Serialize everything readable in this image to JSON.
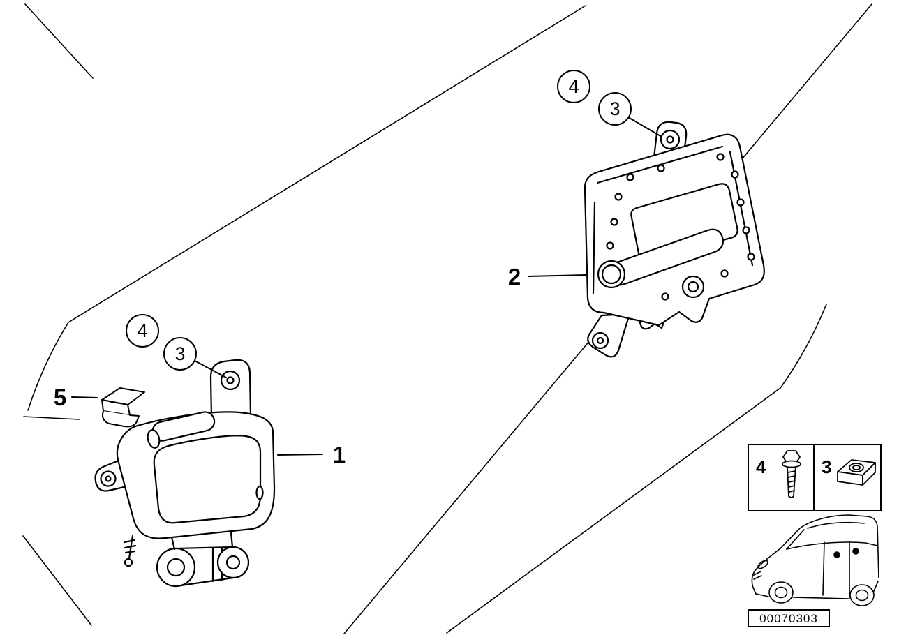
{
  "diagram": {
    "callouts_part2": {
      "screw": "4",
      "nut": "3"
    },
    "callouts_part1": {
      "screw": "4",
      "nut": "3"
    },
    "part_labels": {
      "left_module": "1",
      "right_module": "2",
      "clip": "5"
    },
    "legend": {
      "screw": "4",
      "nut": "3"
    },
    "doc_number": "00070303",
    "colors": {
      "line": "#000000",
      "background": "#ffffff"
    }
  }
}
